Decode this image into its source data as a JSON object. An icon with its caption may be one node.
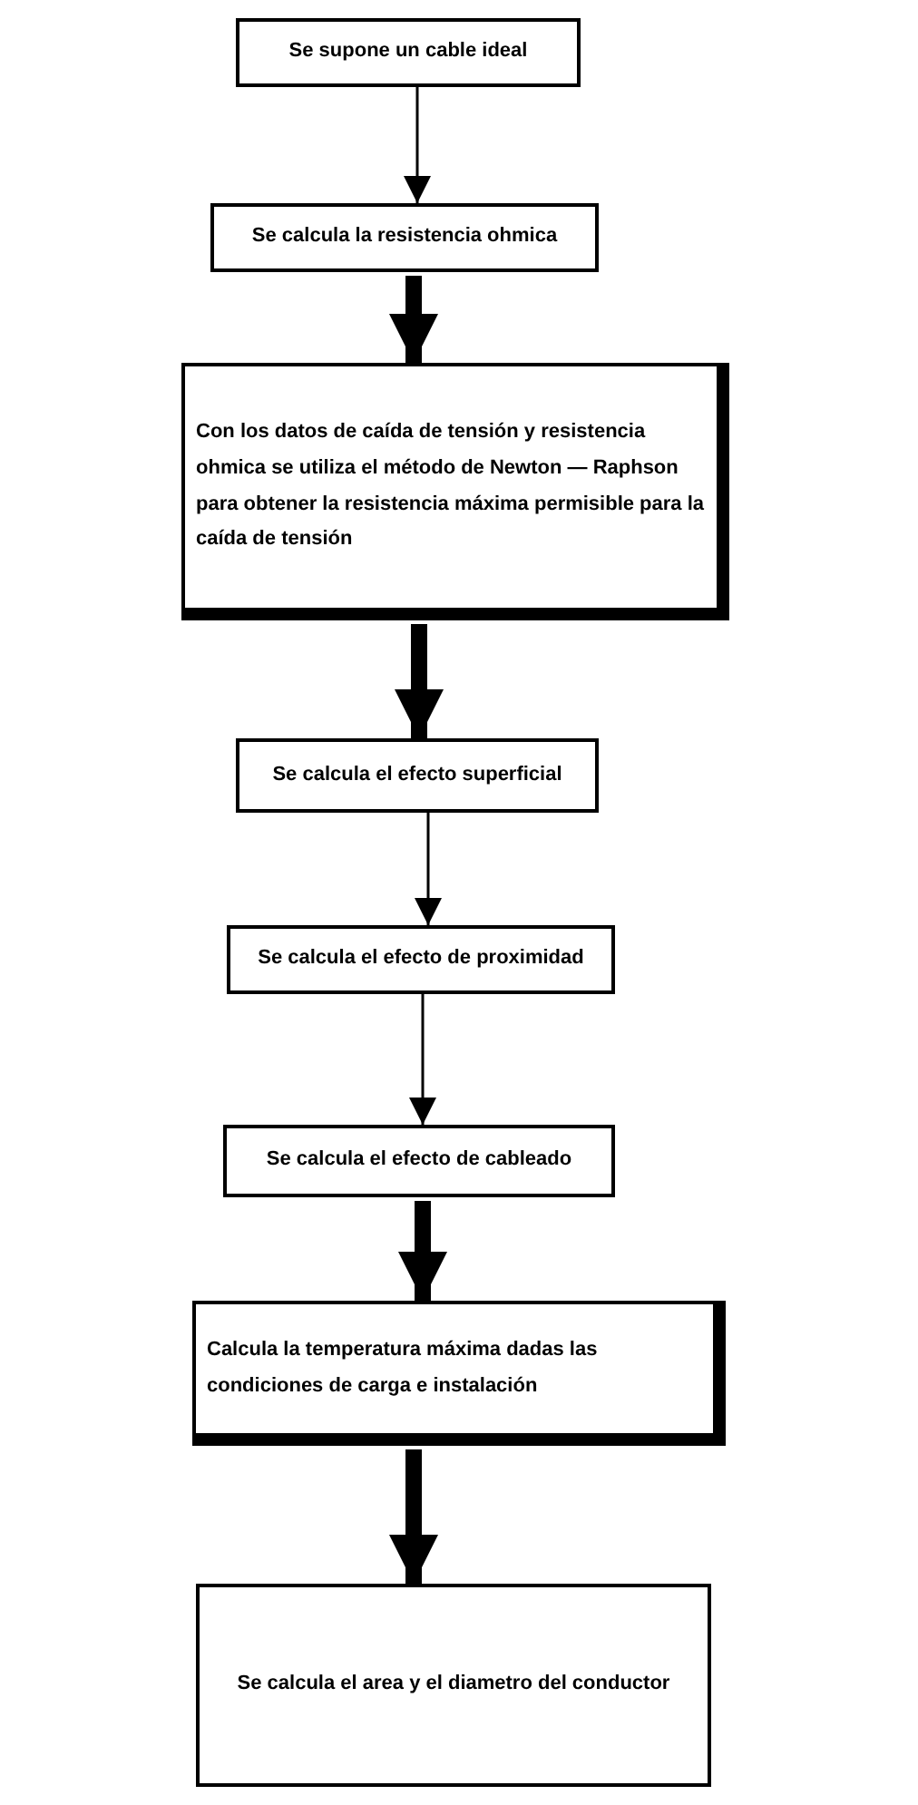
{
  "diagram": {
    "nodes": [
      {
        "text": [
          "Se supone un cable ideal"
        ]
      },
      {
        "text": [
          "Se calcula la resistencia ohmica"
        ]
      },
      {
        "text": [
          "Con los datos de caída de tensión y resistencia ohmica se utiliza el método de Newton — Raphson para obtener la resistencia máxima permisible para la caída de tensión"
        ]
      },
      {
        "text": [
          "Se calcula el efecto superficial"
        ]
      },
      {
        "text": [
          "Se calcula el efecto de proximidad"
        ]
      },
      {
        "text": [
          "Se calcula el efecto de cableado"
        ]
      },
      {
        "text": [
          "Calcula la temperatura máxima dadas las condiciones de carga e instalación"
        ]
      },
      {
        "text": [
          "Se calcula el area y el diametro del conductor"
        ]
      }
    ],
    "edges": [
      {
        "from": 0,
        "to": 1,
        "arrow": "to"
      },
      {
        "from": 1,
        "to": 2,
        "arrow": "to"
      },
      {
        "from": 2,
        "to": 3,
        "arrow": "to"
      },
      {
        "from": 3,
        "to": 4,
        "arrow": "to"
      },
      {
        "from": 4,
        "to": 5,
        "arrow": "to"
      },
      {
        "from": 5,
        "to": 6,
        "arrow": "to"
      },
      {
        "from": 6,
        "to": 7,
        "arrow": "to"
      }
    ]
  }
}
